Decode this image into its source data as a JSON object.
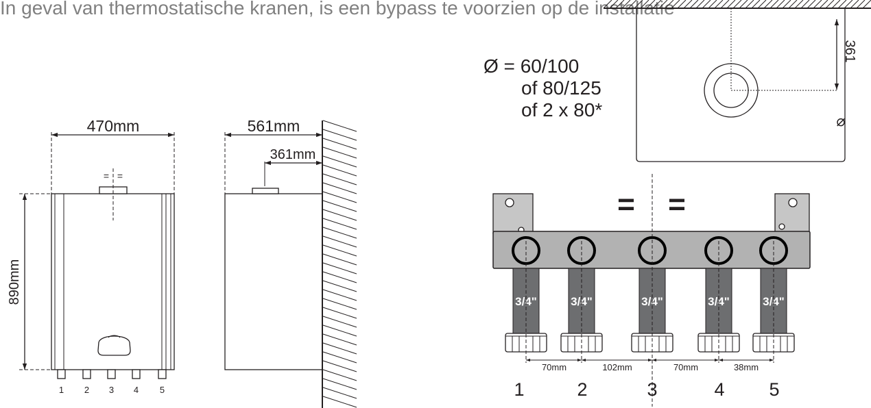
{
  "caption": "In geval van thermostatische kranen, is een bypass te voorzien op de installatie",
  "front_view": {
    "width_label": "470mm",
    "height_label": "890mm",
    "center_marks": [
      "=",
      "="
    ],
    "connections": [
      "1",
      "2",
      "3",
      "4",
      "5"
    ]
  },
  "side_view": {
    "depth_label": "561mm",
    "flue_offset_label": "361mm"
  },
  "flue_outlet": {
    "diameter_lines": [
      "Ø = 60/100",
      "of 80/125",
      "of 2 x 80*"
    ],
    "height_label": "361",
    "diameter_symbol": "⌀"
  },
  "manifold": {
    "center_marks": [
      "=",
      "="
    ],
    "pipes": [
      {
        "number": "1",
        "size": "3/4\""
      },
      {
        "number": "2",
        "size": "3/4\""
      },
      {
        "number": "3",
        "size": "3/4\""
      },
      {
        "number": "4",
        "size": "3/4\""
      },
      {
        "number": "5",
        "size": "3/4\""
      }
    ],
    "spacings": [
      "70mm",
      "102mm",
      "70mm",
      "38mm"
    ]
  },
  "colors": {
    "caption": "#808080",
    "line": "#231f20",
    "bracket_plate": "#c6c6c6",
    "manifold_bar": "#b2b2b2",
    "pipe": "#6d6e70",
    "pipe_label": "#ffffff"
  }
}
